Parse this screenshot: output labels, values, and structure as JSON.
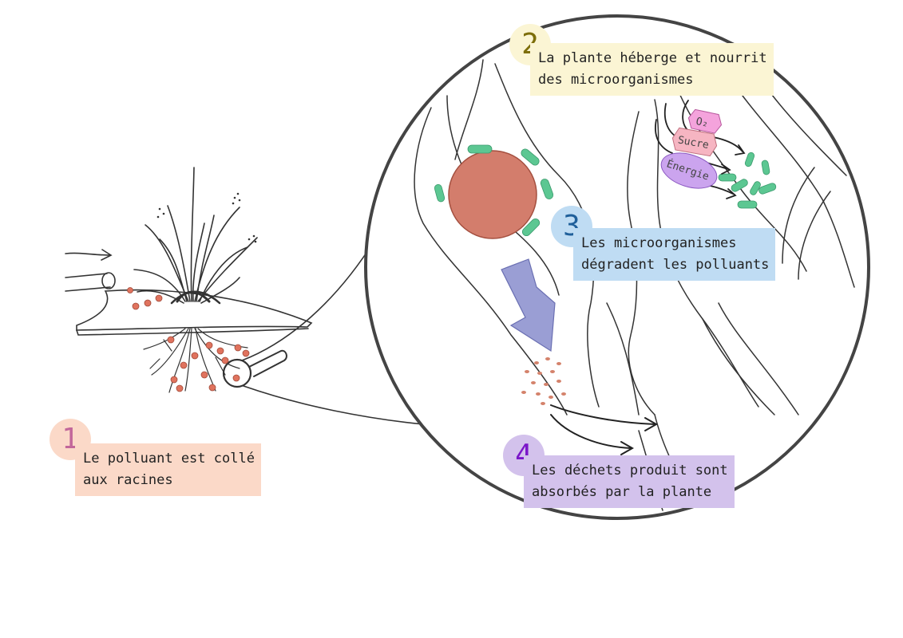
{
  "steps": [
    {
      "id": 1,
      "number": "1",
      "lines": [
        "Le polluant est collé",
        "aux racines"
      ],
      "num_color": "#c2679a",
      "box_color": "#fbd9c8",
      "circle_color": "#fbd9c8"
    },
    {
      "id": 2,
      "number": "2",
      "lines": [
        "La plante héberge et nourrit",
        "des microorganismes"
      ],
      "num_color": "#7d6e0a",
      "box_color": "#fbf5d4",
      "circle_color": "#fbf5d4"
    },
    {
      "id": 3,
      "number": "3",
      "lines": [
        "Les microorganismes",
        "dégradent les polluants"
      ],
      "num_color": "#1f5f9a",
      "box_color": "#bfdcf3",
      "circle_color": "#bfdcf3"
    },
    {
      "id": 4,
      "number": "4",
      "lines": [
        "Les déchets produit sont",
        "absorbés par la plante"
      ],
      "num_color": "#7b16c9",
      "box_color": "#d3c2ec",
      "circle_color": "#d3c2ec"
    }
  ],
  "tags": {
    "oxygen": "O₂",
    "sugar": "Sucre",
    "energy": "Énergie"
  },
  "colors": {
    "pollutant": "#e0735e",
    "droplet": "#d4826b",
    "microbe": "#5cc792",
    "arrow": "#9a9ed4",
    "ink": "#333333",
    "cell": "#d37d6c"
  }
}
